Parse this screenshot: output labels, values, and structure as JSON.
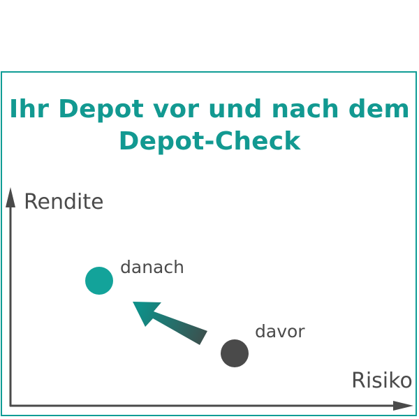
{
  "title": {
    "line1": "Ihr Depot vor und nach dem",
    "line2": "Depot-Check"
  },
  "axes": {
    "y_label": "Rendite",
    "x_label": "Risiko"
  },
  "points": {
    "after": {
      "label": "danach",
      "color": "#13a39a"
    },
    "before": {
      "label": "davor",
      "color": "#4a4a4a"
    }
  },
  "colors": {
    "accent": "#0f9c95",
    "axis": "#4a4a4a",
    "arrow_gradient": [
      "#0e8f88",
      "#3d4f4d"
    ]
  }
}
